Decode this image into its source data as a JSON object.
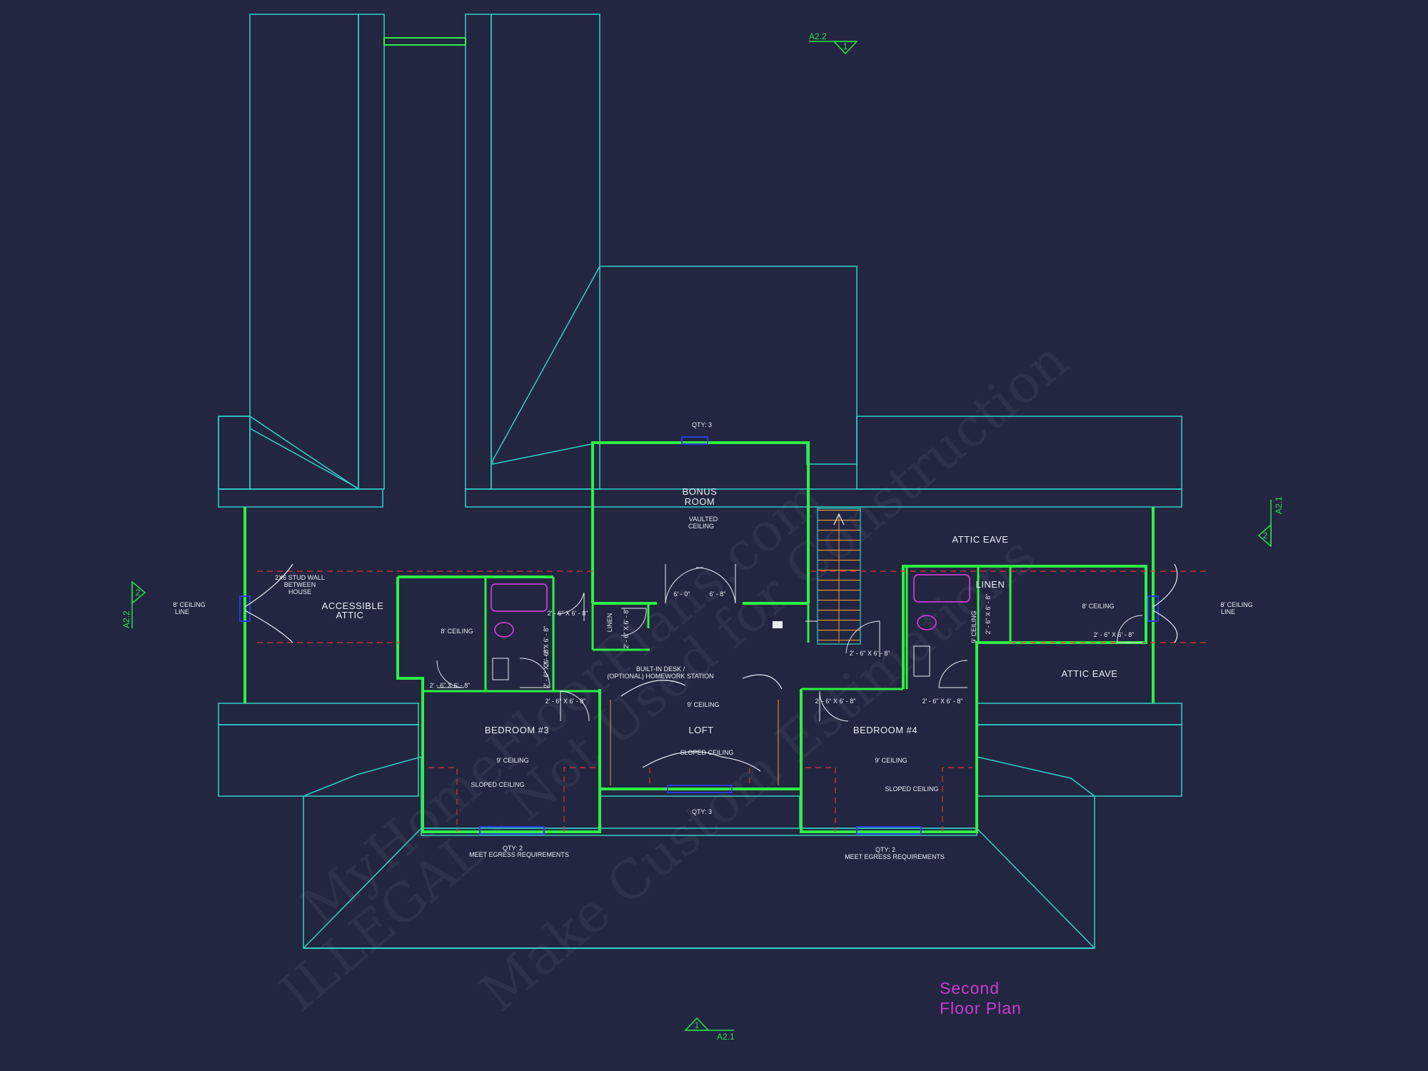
{
  "colors": {
    "background": "#232640",
    "roof_lines": "#2fd0c8",
    "walls": "#2df044",
    "text": "#e8ecf5",
    "section_tags": "#27e04a",
    "title": "#c93bd4",
    "dashed_lines": "#e23030",
    "windows": "#2a3bd8"
  },
  "plan": {
    "title_line1": "Second",
    "title_line2": "Floor Plan"
  },
  "section_tags": {
    "top": "A2.2",
    "top_num": "1",
    "left": "A2.2",
    "left_num": "2",
    "right": "A2.1",
    "right_num": "2",
    "bottom": "A2.1",
    "bottom_num": "1"
  },
  "rooms": {
    "bonus_line1": "BONUS",
    "bonus_line2": "ROOM",
    "bonus_note_line1": "VAULTED",
    "bonus_note_line2": "CEILING",
    "accessible_attic_line1": "ACCESSIBLE",
    "accessible_attic_line2": "ATTIC",
    "attic_eave_top": "ATTIC EAVE",
    "attic_eave_bottom": "ATTIC EAVE",
    "linen_left": "LINEN",
    "linen_right": "LINEN",
    "bedroom3": "BEDROOM #3",
    "bedroom4": "BEDROOM #4",
    "loft": "LOFT"
  },
  "notes": {
    "stud_wall_line1": "2X6 STUD WALL",
    "stud_wall_line2": "BETWEEN",
    "stud_wall_line3": "HOUSE",
    "ceiling_line_left_1": "8' CEILING",
    "ceiling_line_left_2": "LINE",
    "ceiling_line_right_1": "8' CEILING",
    "ceiling_line_right_2": "LINE",
    "bath_left_ceiling": "8' CEILING",
    "bath_right_ceiling": "8' CEILING",
    "hall_right_ceiling": "9' CEILING",
    "bed3_ceiling": "9' CEILING",
    "bed3_sloped": "SLOPED CEILING",
    "bed4_ceiling": "9' CEILING",
    "bed4_sloped": "SLOPED CEILING",
    "loft_ceiling": "9' CEILING",
    "loft_sloped": "SLOPED CEILING",
    "desk_line1": "BUILT-IN DESK /",
    "desk_line2": "(OPTIONAL) HOMEWORK STATION",
    "qty_top": "QTY: 3",
    "qty_loft": "QTY: 3",
    "qty_bed3": "QTY: 2",
    "egress_bed3": "MEET EGRESS REQUIREMENTS",
    "qty_bed4": "QTY: 2",
    "egress_bed4": "MEET EGRESS REQUIREMENTS"
  },
  "dimensions": {
    "bonus_door_a": "6' - 0\"",
    "bonus_door_b": "6' - 8\"",
    "bath3_door": "2' - 6\" X 6' - 8\"",
    "linen3_door": "2' - 6\" X 6' - 8\"",
    "bed3_door": "2' - 6\" X 6' - 8\"",
    "bed3_closet": "2' - 6\" X 6' - 8\"",
    "bed3_bath": "2' - 6\" X 6' - 8\"",
    "linen_loft": "2' - 6\" X 6' - 8\"",
    "hall4_door": "2' - 6\" X 6' - 8\"",
    "bed4_door": "2' - 6\" X 6' - 8\"",
    "bed4_closet": "2' - 6\" X 6' - 8\"",
    "bath4_door": "2' - 6\" X 6' - 8\"",
    "linen4_door": "2' - 6\" X 6' - 8\""
  },
  "watermark": {
    "line1": "MyHomeFloorPlans.com",
    "line2": "ILLEGAL - Not Used for Construction",
    "line3": "Make Custom Estimations"
  }
}
